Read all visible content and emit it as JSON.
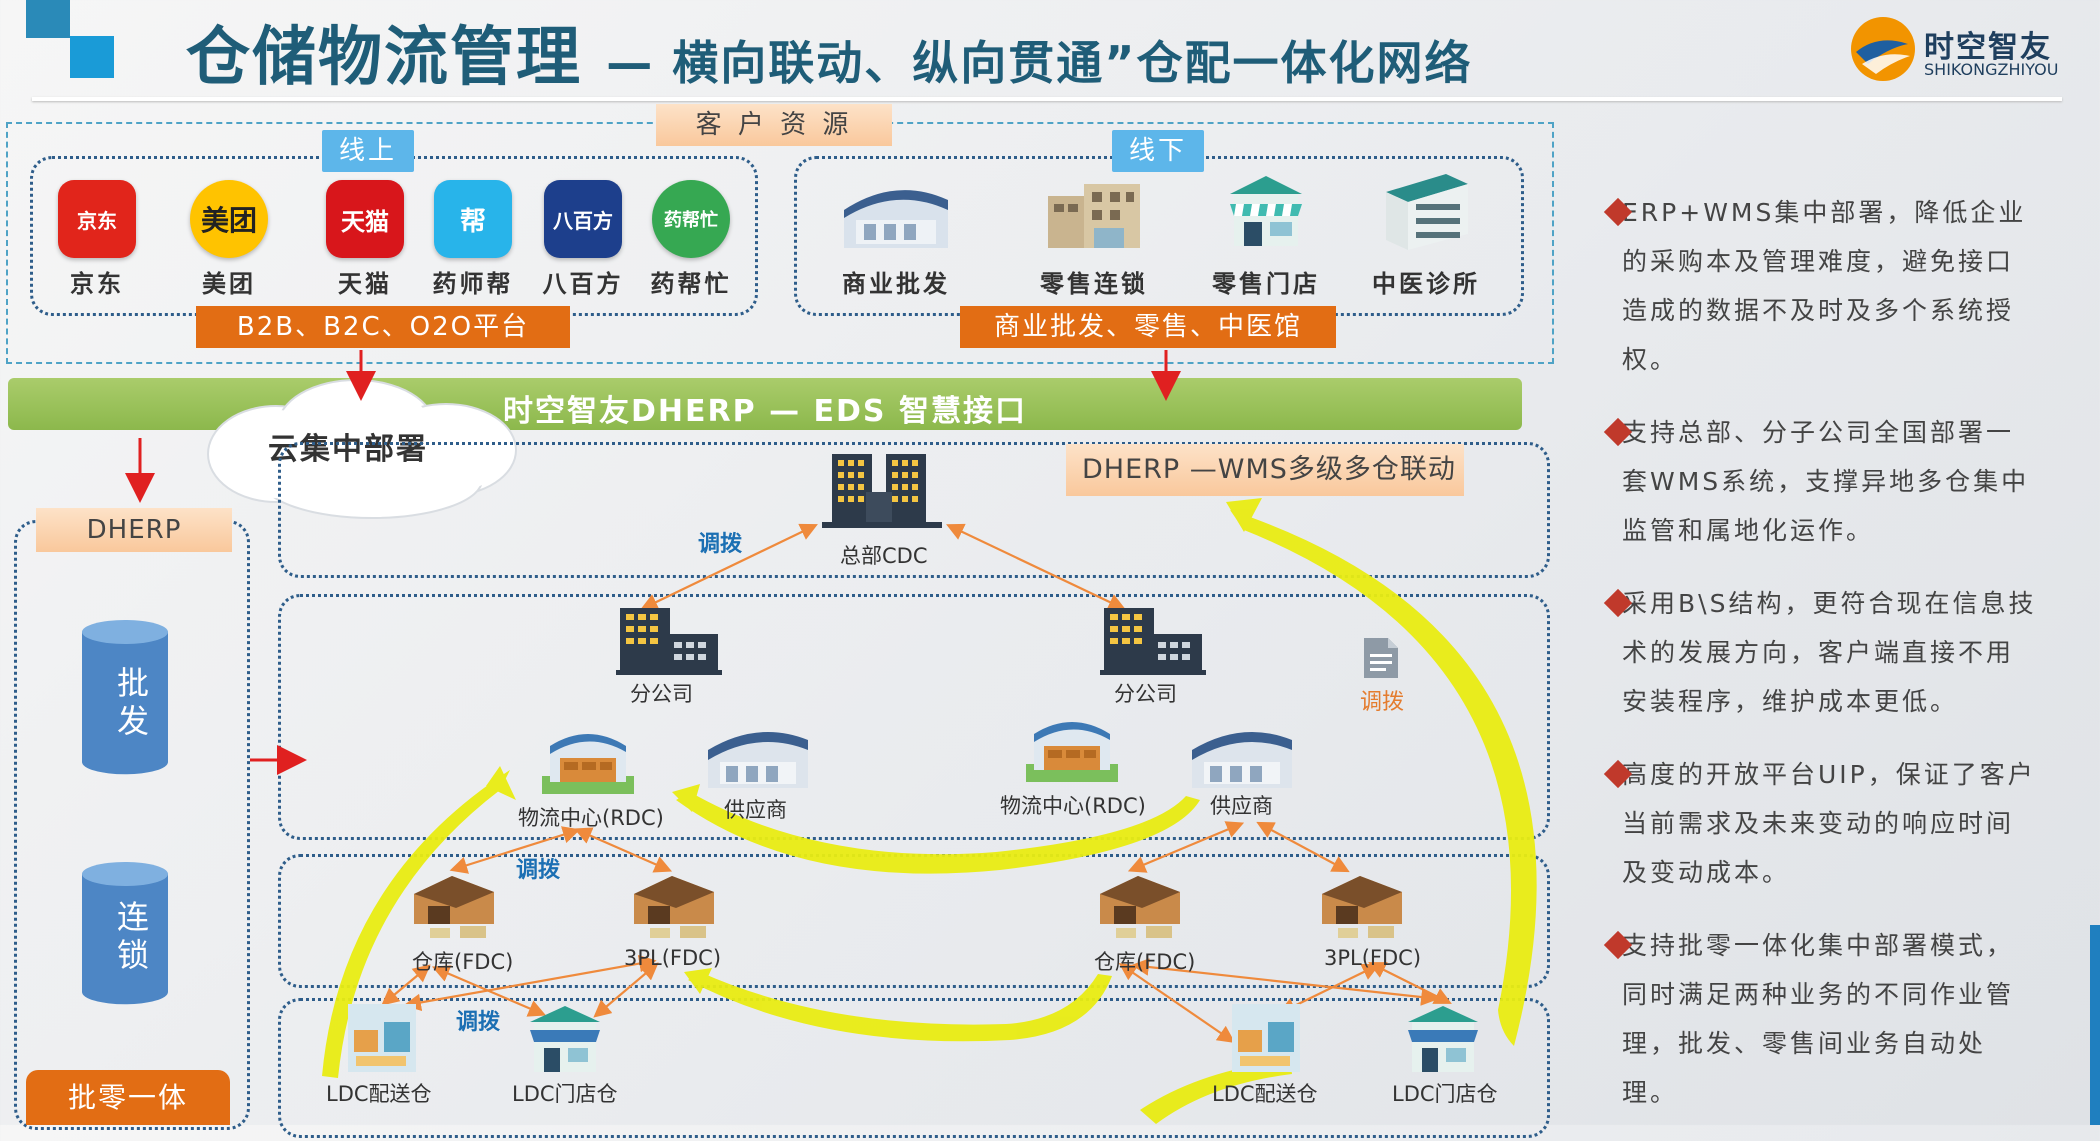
{
  "header": {
    "title": "仓储物流管理",
    "subtitle": "— 横向联动、纵向贯通”仓配一体化网络",
    "brand_name": "时空智友",
    "brand_en": "SHIKONGZHIYOU"
  },
  "customer_resources": {
    "label": "客 户 资 源",
    "online": {
      "tag": "线上",
      "platforms": [
        {
          "name": "京东",
          "icon_text": "京东",
          "color": "#e1251b"
        },
        {
          "name": "美团",
          "icon_text": "美团",
          "color": "#ffc300"
        },
        {
          "name": "天猫",
          "icon_text": "天猫",
          "color": "#d8161b"
        },
        {
          "name": "药师帮",
          "icon_text": "帮",
          "color": "#28b4ea"
        },
        {
          "name": "八百方",
          "icon_text": "八百方",
          "color": "#1d3f8c"
        },
        {
          "name": "药帮忙",
          "icon_text": "药帮忙",
          "color": "#36a852"
        }
      ],
      "bar": "B2B、B2C、O2O平台"
    },
    "offline": {
      "tag": "线下",
      "channels": [
        "商业批发",
        "零售连锁",
        "零售门店",
        "中医诊所"
      ],
      "bar": "商业批发、零售、中医馆"
    }
  },
  "interface_band": "时空智友DHERP — EDS 智慧接口",
  "cloud_label": "云集中部署",
  "left_column": {
    "tag": "DHERP",
    "cylinders": [
      "批发",
      "连锁"
    ],
    "bottom_tag": "批零一体"
  },
  "wms_tag": "DHERP —WMS多级多仓联动",
  "network": {
    "hq": "总部CDC",
    "transfer": "调拨",
    "branch_left": "分公司",
    "branch_right": "分公司",
    "rdc_left": "物流中心(RDC)",
    "rdc_right": "物流中心(RDC)",
    "supplier_left": "供应商",
    "supplier_right": "供应商",
    "fdc_left_a": "仓库(FDC)",
    "fdc_left_b": "3PL(FDC)",
    "fdc_right_a": "仓库(FDC)",
    "fdc_right_b": "3PL(FDC)",
    "ldc_left_a": "LDC配送仓",
    "ldc_left_b": "LDC门店仓",
    "ldc_right_a": "LDC配送仓",
    "ldc_right_b": "LDC门店仓"
  },
  "bullets": [
    "ERP+WMS集中部署，降低企业的采购本及管理难度，避免接口造成的数据不及时及多个系统授权。",
    "支持总部、分子公司全国部署一套WMS系统，支撑异地多仓集中监管和属地化运作。",
    "采用B\\S结构，更符合现在信息技术的发展方向，客户端直接不用安装程序，维护成本更低。",
    "高度的开放平台UIP，保证了客户当前需求及未来变动的响应时间及变动成本。",
    "支持批零一体化集中部署模式，同时满足两种业务的不同作业管理，批发、零售间业务自动处理。"
  ],
  "colors": {
    "title": "#1f5d78",
    "accent_orange": "#e26d14",
    "accent_green": "#8cb84c",
    "dotted_border": "#2e5d8a",
    "bullet": "#c0392b"
  }
}
